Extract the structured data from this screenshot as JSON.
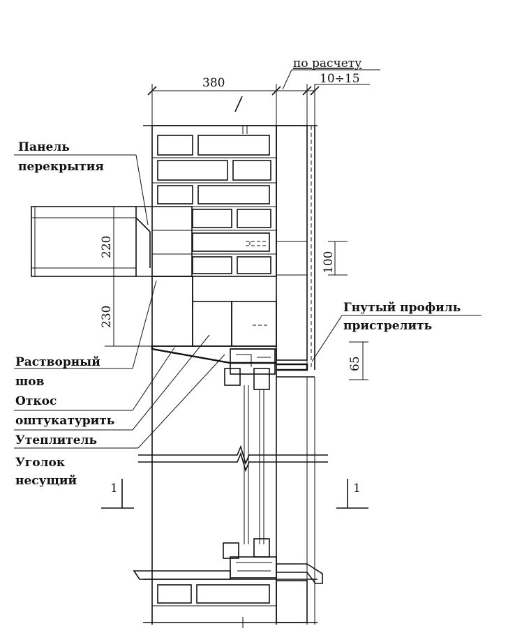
{
  "labels": {
    "panel": [
      "Панель",
      "перекрытия"
    ],
    "mortar": [
      "Растворный",
      "шов"
    ],
    "slope": [
      "Откос",
      "оштукатурить"
    ],
    "insulation": "Утеплитель",
    "angle": [
      "Уголок",
      "несущий"
    ],
    "profile": [
      "Гнутый профиль",
      "пристрелить"
    ],
    "by_calc": "по расчету"
  },
  "dimensions": {
    "wall": "380",
    "gap": "10÷15",
    "slab": "220",
    "lintel": "230",
    "insert": "100",
    "profile": "65"
  },
  "section_marks": [
    "1",
    "1"
  ]
}
